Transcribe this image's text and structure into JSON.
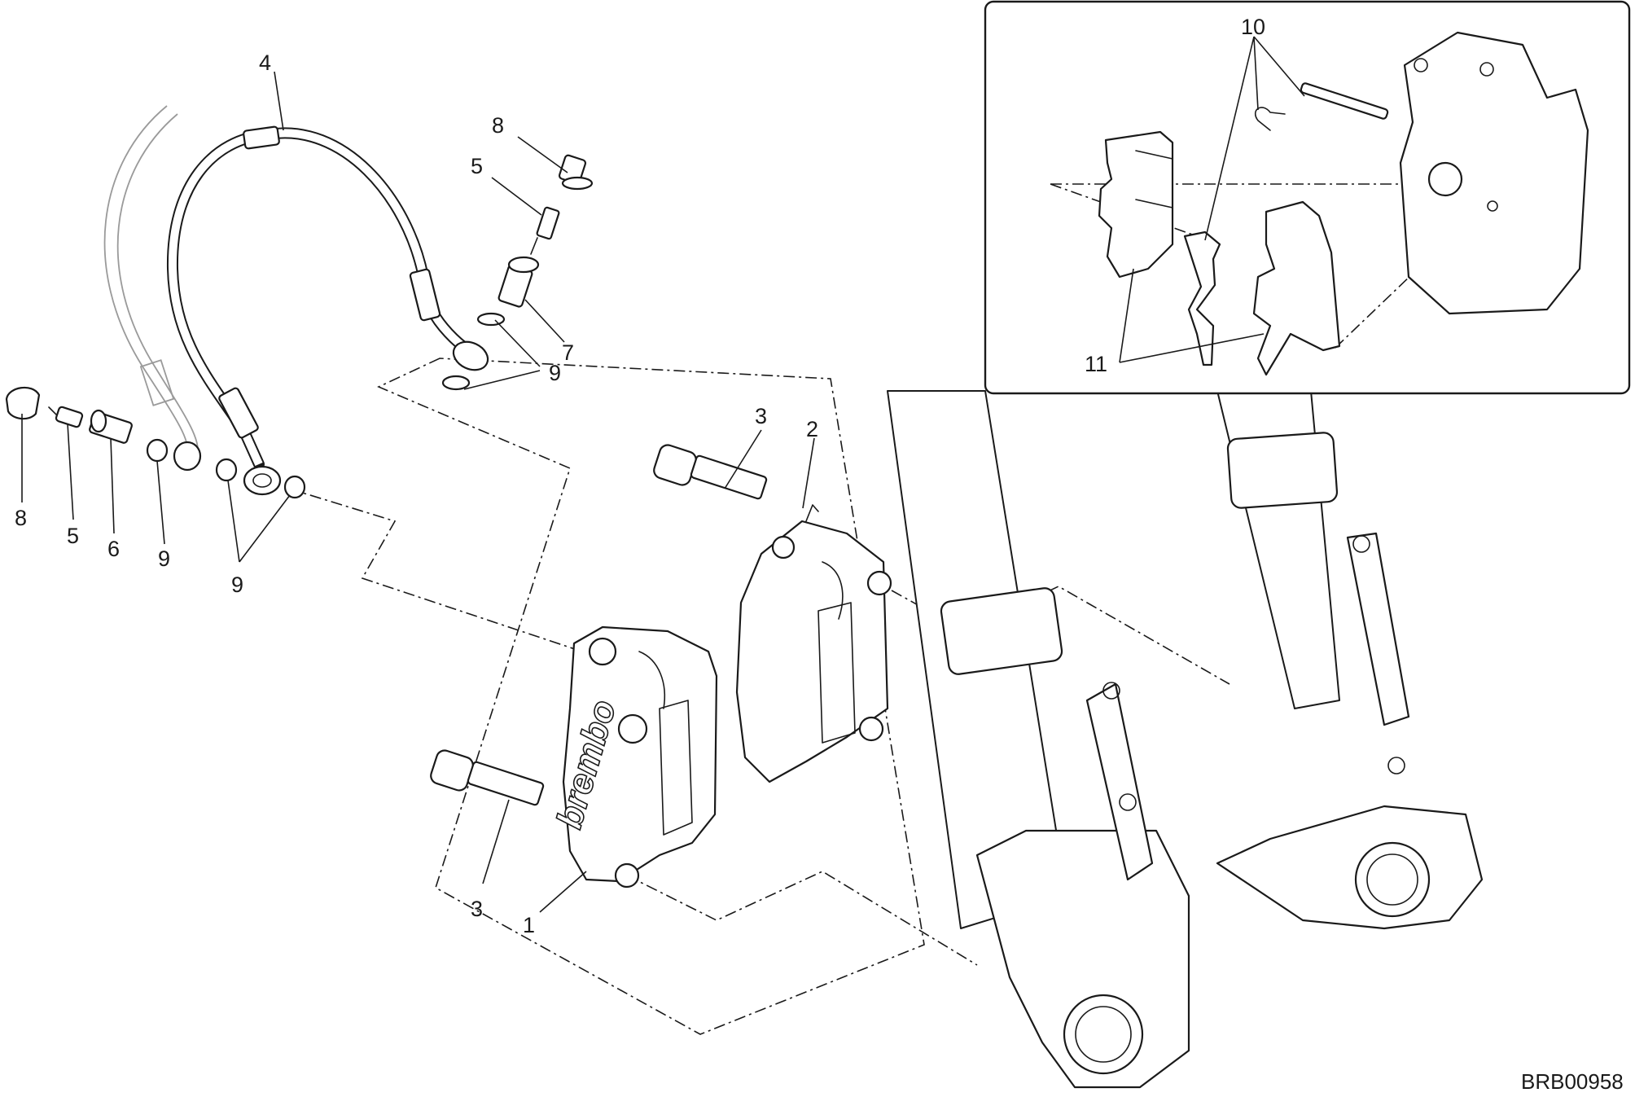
{
  "callouts": {
    "c1": "1",
    "c2": "2",
    "c3a": "3",
    "c3b": "3",
    "c4": "4",
    "c5a": "5",
    "c5b": "5",
    "c6": "6",
    "c7": "7",
    "c8a": "8",
    "c8b": "8",
    "c9a": "9",
    "c9b": "9",
    "c9c": "9",
    "c10": "10",
    "c11": "11"
  },
  "caliper_brand": "brembo",
  "reference_code": "BRB00958",
  "colors": {
    "line": "#1a1a1a",
    "ghost": "#9a9a9a",
    "background": "#ffffff"
  }
}
